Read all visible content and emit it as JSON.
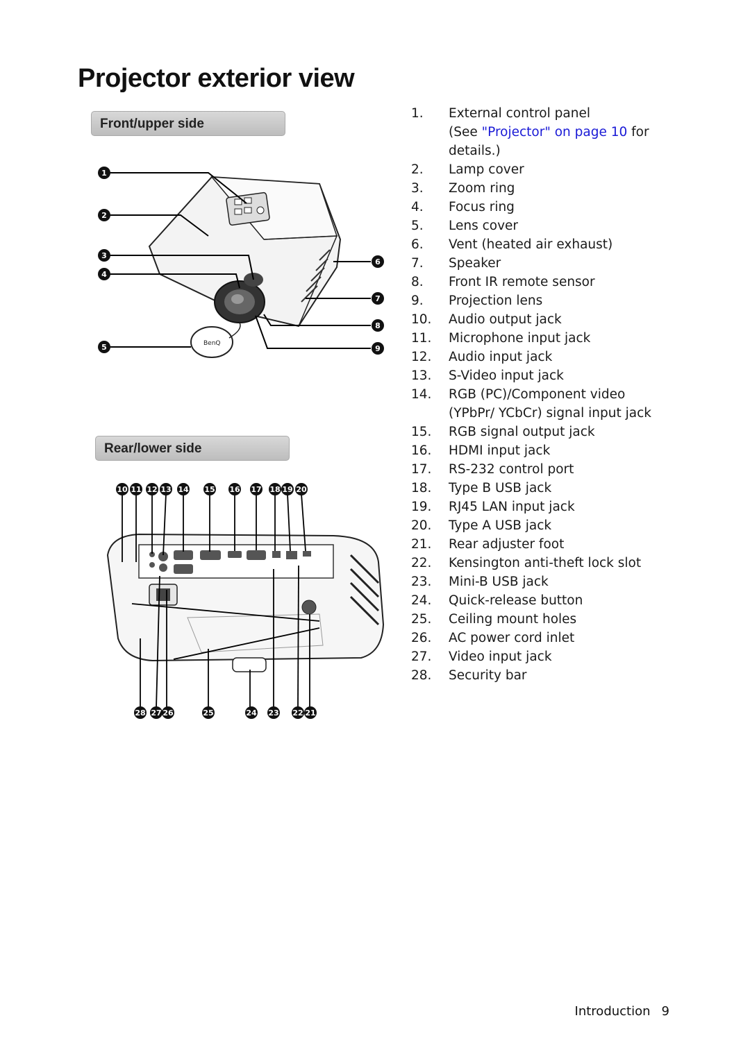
{
  "page": {
    "title": "Projector exterior view",
    "footer_section": "Introduction",
    "footer_page": "9"
  },
  "front": {
    "heading": "Front/upper side",
    "callouts": [
      "1",
      "2",
      "3",
      "4",
      "5",
      "6",
      "7",
      "8",
      "9"
    ],
    "lens_cap_logo": "BenQ"
  },
  "rear": {
    "heading": "Rear/lower side",
    "top_callouts": [
      "10",
      "11",
      "12",
      "13",
      "14",
      "15",
      "16",
      "17",
      "18",
      "19",
      "20"
    ],
    "bottom_callouts": [
      "28",
      "27",
      "26",
      "25",
      "24",
      "23",
      "22",
      "21"
    ]
  },
  "parts": [
    {
      "num": "1.",
      "label": "External control panel"
    },
    {
      "num": "2.",
      "label": "Lamp cover"
    },
    {
      "num": "3.",
      "label": "Zoom ring"
    },
    {
      "num": "4.",
      "label": "Focus ring"
    },
    {
      "num": "5.",
      "label": "Lens cover"
    },
    {
      "num": "6.",
      "label": "Vent (heated air exhaust)"
    },
    {
      "num": "7.",
      "label": "Speaker"
    },
    {
      "num": "8.",
      "label": "Front IR remote sensor"
    },
    {
      "num": "9.",
      "label": "Projection lens"
    },
    {
      "num": "10.",
      "label": "Audio output jack"
    },
    {
      "num": "11.",
      "label": "Microphone input jack"
    },
    {
      "num": "12.",
      "label": "Audio input jack"
    },
    {
      "num": "13.",
      "label": "S-Video input jack"
    },
    {
      "num": "14.",
      "label": "RGB (PC)/Component video"
    },
    {
      "num": "15.",
      "label": "RGB signal output jack"
    },
    {
      "num": "16.",
      "label": "HDMI input jack"
    },
    {
      "num": "17.",
      "label": "RS-232 control port"
    },
    {
      "num": "18.",
      "label": "Type B USB jack"
    },
    {
      "num": "19.",
      "label": "RJ45 LAN input jack"
    },
    {
      "num": "20.",
      "label": "Type A USB jack"
    },
    {
      "num": "21.",
      "label": "Rear adjuster foot"
    },
    {
      "num": "22.",
      "label": "Kensington anti-theft lock slot"
    },
    {
      "num": "23.",
      "label": "Mini-B USB jack"
    },
    {
      "num": "24.",
      "label": "Quick-release button"
    },
    {
      "num": "25.",
      "label": "Ceiling mount holes"
    },
    {
      "num": "26.",
      "label": "AC power cord inlet"
    },
    {
      "num": "27.",
      "label": "Video input jack"
    },
    {
      "num": "28.",
      "label": "Security bar"
    }
  ],
  "item1_note": {
    "prefix": "(See ",
    "link": "\"Projector\" on page 10",
    "suffix": " for",
    "line2": "details.)"
  },
  "item14_cont": "(YPbPr/ YCbCr) signal input jack"
}
